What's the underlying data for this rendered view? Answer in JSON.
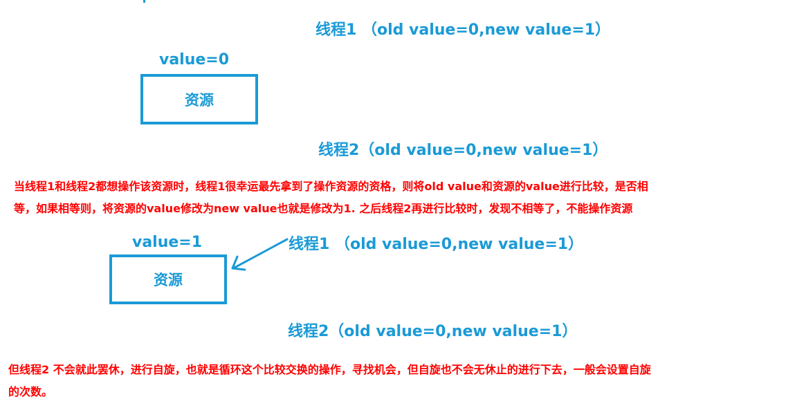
{
  "colors": {
    "accent_blue": "#1a9ad6",
    "note_red": "#ff0000"
  },
  "scene1": {
    "thread1_label": "线程1 （old value=0,new value=1）",
    "value_label": "value=0",
    "resource_label": "资源",
    "thread2_label": "线程2（old value=0,new value=1）"
  },
  "explanation1": {
    "line1": "当线程1和线程2都想操作该资源时，线程1很幸运最先拿到了操作资源的资格，则将old value和资源的value进行比较，是否相",
    "line2": "等，如果相等则，将资源的value修改为new value也就是修改为1. 之后线程2再进行比较时，发现不相等了，不能操作资源"
  },
  "scene2": {
    "value_label": "value=1",
    "resource_label": "资源",
    "thread1_label": "线程1 （old value=0,new value=1）",
    "thread2_label": "线程2（old value=0,new value=1）",
    "arrow_icon": "arrow-to-resource-icon"
  },
  "explanation2": {
    "line1": "但线程2 不会就此罢休，进行自旋，也就是循环这个比较交换的操作，寻找机会，但自旋也不会无休止的进行下去，一般会设置自旋",
    "line2": "的次数。"
  }
}
